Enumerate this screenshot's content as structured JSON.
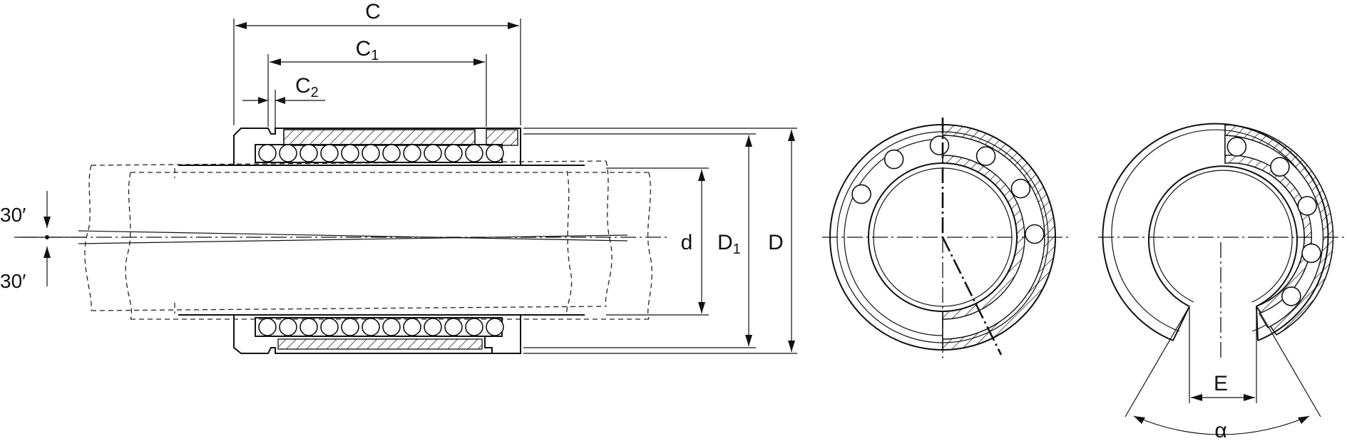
{
  "labels": {
    "c": "C",
    "c1_main": "C",
    "c1_sub": "1",
    "c2_main": "C",
    "c2_sub": "2",
    "d": "d",
    "d1_main": "D",
    "d1_sub": "1",
    "d_outer": "D",
    "angle_top": "30′",
    "angle_bottom": "30′",
    "e": "E",
    "alpha": "α"
  },
  "colors": {
    "line": "#111111",
    "background": "#ffffff"
  }
}
